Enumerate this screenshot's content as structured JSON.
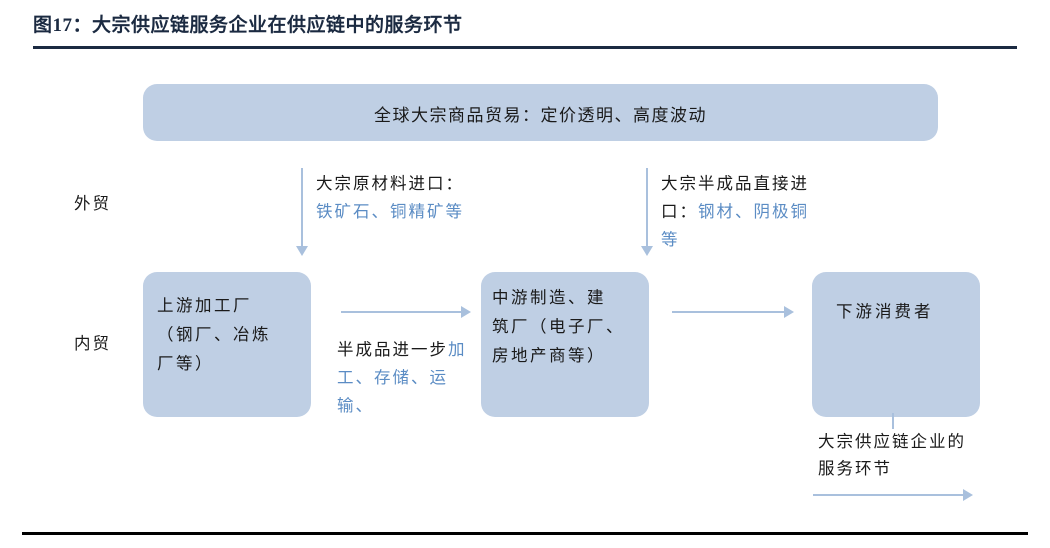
{
  "figure": {
    "title": "图17：大宗供应链服务企业在供应链中的服务环节"
  },
  "banner": {
    "text": "全球大宗商品贸易：定价透明、高度波动"
  },
  "row_labels": {
    "foreign_trade": "外贸",
    "domestic_trade": "内贸"
  },
  "boxes": {
    "upstream": "上游加工厂\n（钢厂、冶炼\n厂等）",
    "midstream": "中游制造、建\n筑厂（电子厂、\n房地产商等）",
    "downstream": "下游消费者"
  },
  "annotations": {
    "import_raw": {
      "plain": "大宗原材料进口：",
      "highlight": "铁矿石、铜精矿等"
    },
    "import_semi": {
      "plain": "大宗半成品直接进口：",
      "highlight": "钢材、阴极铜等"
    },
    "process": {
      "plain": "半成品进一步",
      "highlight": "加工、存储、运输、"
    },
    "service_scope": "大宗供应链企业的服务环节"
  },
  "colors": {
    "box_fill": "#bfcfe4",
    "arrow": "#a9c0dd",
    "highlight_text": "#5b8cc4",
    "title_text": "#1b2a41",
    "body_text": "#1a1a1a"
  },
  "icons": {
    "down_arrow": "down-arrow-icon",
    "right_arrow": "right-arrow-icon"
  }
}
